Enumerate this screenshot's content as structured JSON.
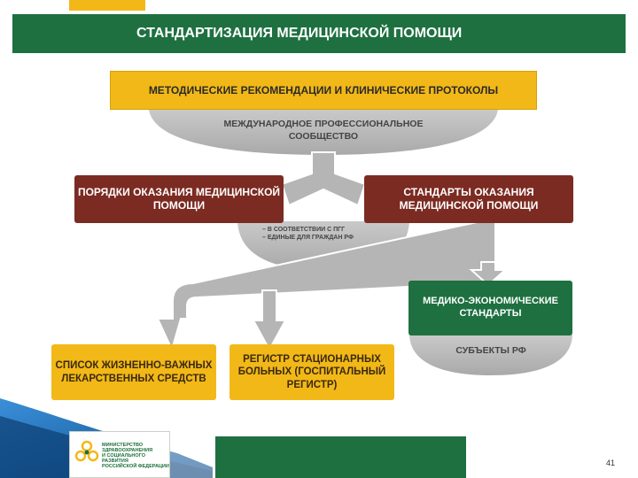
{
  "title": "СТАНДАРТИЗАЦИЯ МЕДИЦИНСКОЙ ПОМОЩИ",
  "top_bar": "МЕТОДИЧЕСКИЕ РЕКОМЕНДАЦИИ И КЛИНИЧЕСКИЕ ПРОТОКОЛЫ",
  "community": "МЕЖДУНАРОДНОЕ ПРОФЕССИОНАЛЬНОЕ СООБЩЕСТВО",
  "left_red": "ПОРЯДКИ ОКАЗАНИЯ МЕДИЦИНСКОЙ ПОМОЩИ",
  "right_red": "СТАНДАРТЫ ОКАЗАНИЯ МЕДИЦИНСКОЙ ПОМОЩИ",
  "notes": [
    "– В СООТВЕТСТВИИ С ПГГ",
    "– ЕДИНЫЕ ДЛЯ ГРАЖДАН РФ"
  ],
  "green_box": "МЕДИКО-ЭКОНОМИЧЕСКИЕ СТАНДАРТЫ",
  "subjects": "СУБЪЕКТЫ РФ",
  "gold_left": "СПИСОК ЖИЗНЕННО-ВАЖНЫХ ЛЕКАРСТВЕННЫХ СРЕДСТВ",
  "gold_right": "РЕГИСТР СТАЦИОНАРНЫХ БОЛЬНЫХ (ГОСПИТАЛЬНЫЙ РЕГИСТР)",
  "logo_lines": [
    "МИНИСТЕРСТВО",
    "ЗДРАВООХРАНЕНИЯ",
    "И СОЦИАЛЬНОГО РАЗВИТИЯ",
    "РОССИЙСКОЙ ФЕДЕРАЦИИ"
  ],
  "page_number": "41",
  "colors": {
    "green": "#1e7040",
    "gold": "#f2b817",
    "red": "#7b2b22",
    "gray": "#b8b8b8",
    "blue": "#1f6fb5"
  }
}
